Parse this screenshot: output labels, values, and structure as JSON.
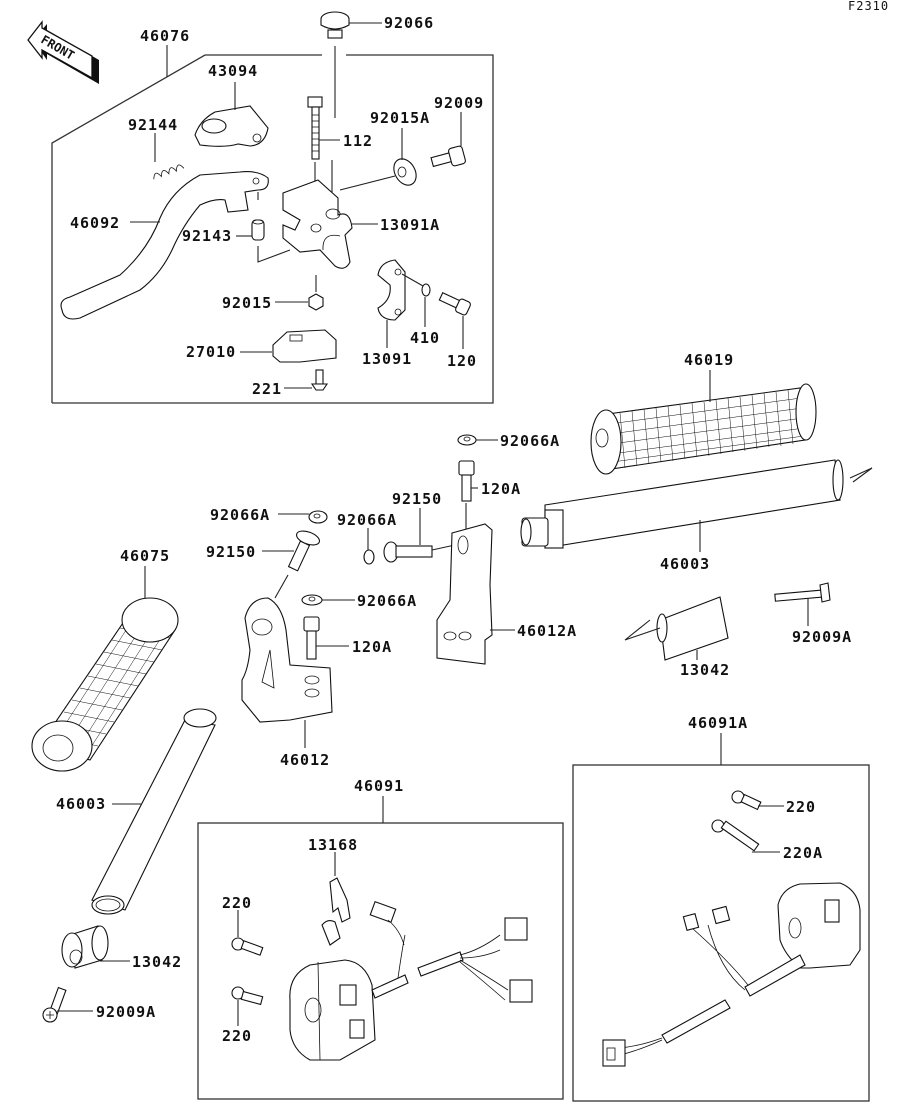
{
  "figure": {
    "code": "F2310",
    "front_label": "FRONT",
    "type": "exploded parts diagram - handlebar, clutch lever and switches"
  },
  "groups": [
    {
      "label": "46076",
      "description": "clutch lever assembly box"
    },
    {
      "label": "46091",
      "description": "left handlebar switch box"
    },
    {
      "label": "46091A",
      "description": "right handlebar switch box"
    }
  ],
  "labels": {
    "l92066": "92066",
    "l46076": "46076",
    "l43094": "43094",
    "l92144": "92144",
    "l112": "112",
    "l92015A": "92015A",
    "l92009": "92009",
    "l46092": "46092",
    "l92143": "92143",
    "l13091A": "13091A",
    "l92015": "92015",
    "l27010": "27010",
    "l13091": "13091",
    "l410": "410",
    "l120": "120",
    "l221": "221",
    "l46019": "46019",
    "l92066A_top": "92066A",
    "l120A_right": "120A",
    "l92150_right": "92150",
    "l92066A_mid": "92066A",
    "l92066A_left": "92066A",
    "l92150_left": "92150",
    "l46003_right": "46003",
    "l46075": "46075",
    "l92066A_lower": "92066A",
    "l120A_left": "120A",
    "l46012A": "46012A",
    "l13042_right": "13042",
    "l92009A_right": "92009A",
    "l46012": "46012",
    "l46091A": "46091A",
    "l46091": "46091",
    "l46003_left": "46003",
    "l220_r1": "220",
    "l220A": "220A",
    "l13168": "13168",
    "l220_l1": "220",
    "l220_l2": "220",
    "l13042_left": "13042",
    "l92009A_left": "92009A"
  }
}
